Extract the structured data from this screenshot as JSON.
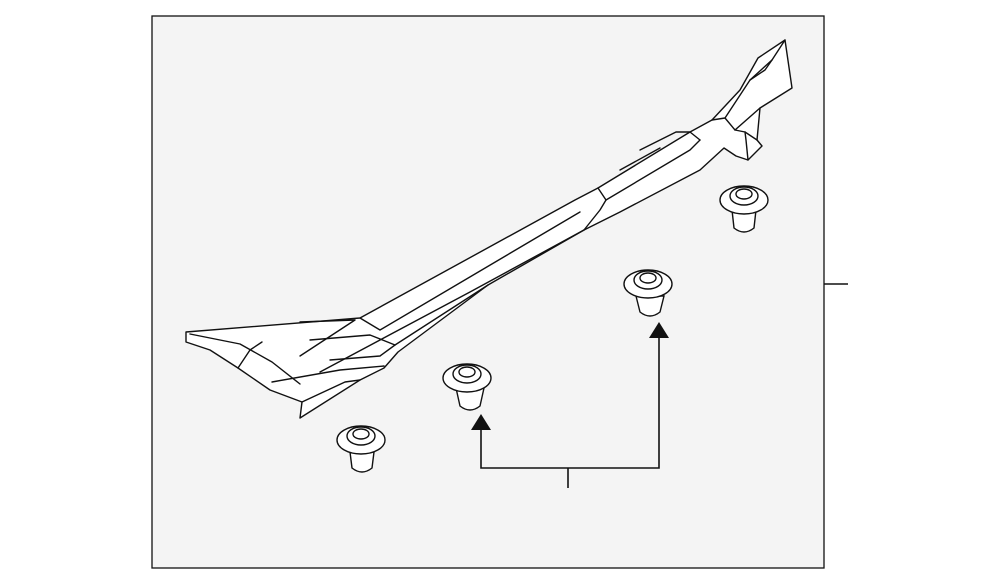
{
  "diagram": {
    "colors": {
      "background": "#ffffff",
      "panel": "#f4f4f4",
      "stroke": "#111111",
      "part_fill": "#ffffff"
    },
    "parts": [
      {
        "name": "cowl-trim-panel",
        "kind": "molding"
      },
      {
        "name": "retainer-clip",
        "kind": "clip",
        "count": 4
      }
    ],
    "callouts": [
      {
        "name": "assembly-callout-line",
        "target": "cowl-trim-panel"
      },
      {
        "name": "clip-callout-bracket",
        "target": "retainer-clip"
      }
    ]
  }
}
